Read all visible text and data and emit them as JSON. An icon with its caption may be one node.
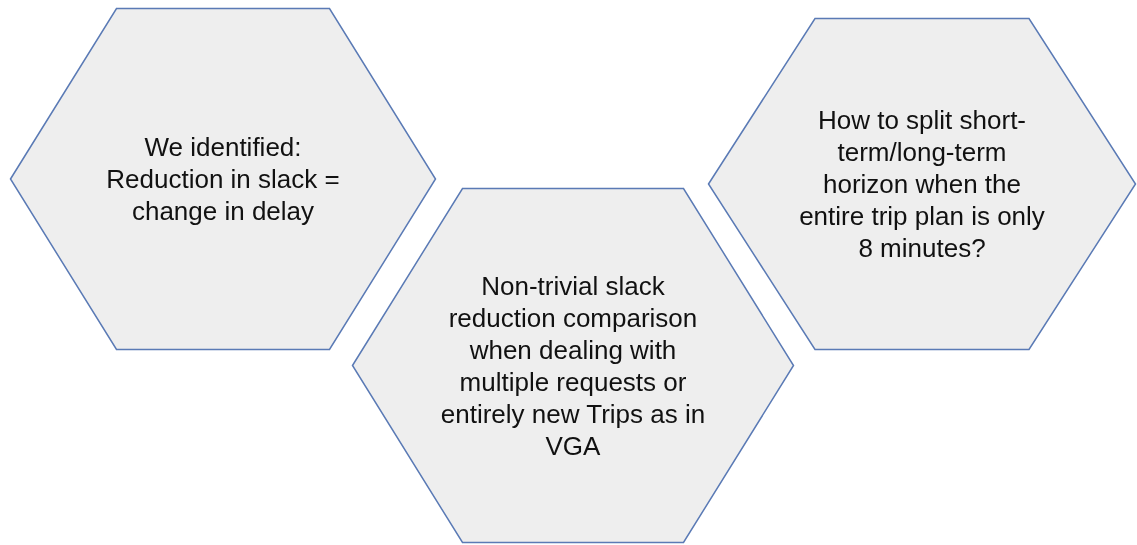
{
  "diagram": {
    "nodes": [
      {
        "text": [
          "We identified: Reduction in slack = change in delay"
        ]
      },
      {
        "text": [
          "Non-trivial slack reduction comparison when dealing with multiple requests or entirely new Trips as in VGA"
        ]
      },
      {
        "text": [
          "How to split short-term/long-term horizon when the entire trip plan is only 8 minutes?"
        ]
      }
    ]
  }
}
